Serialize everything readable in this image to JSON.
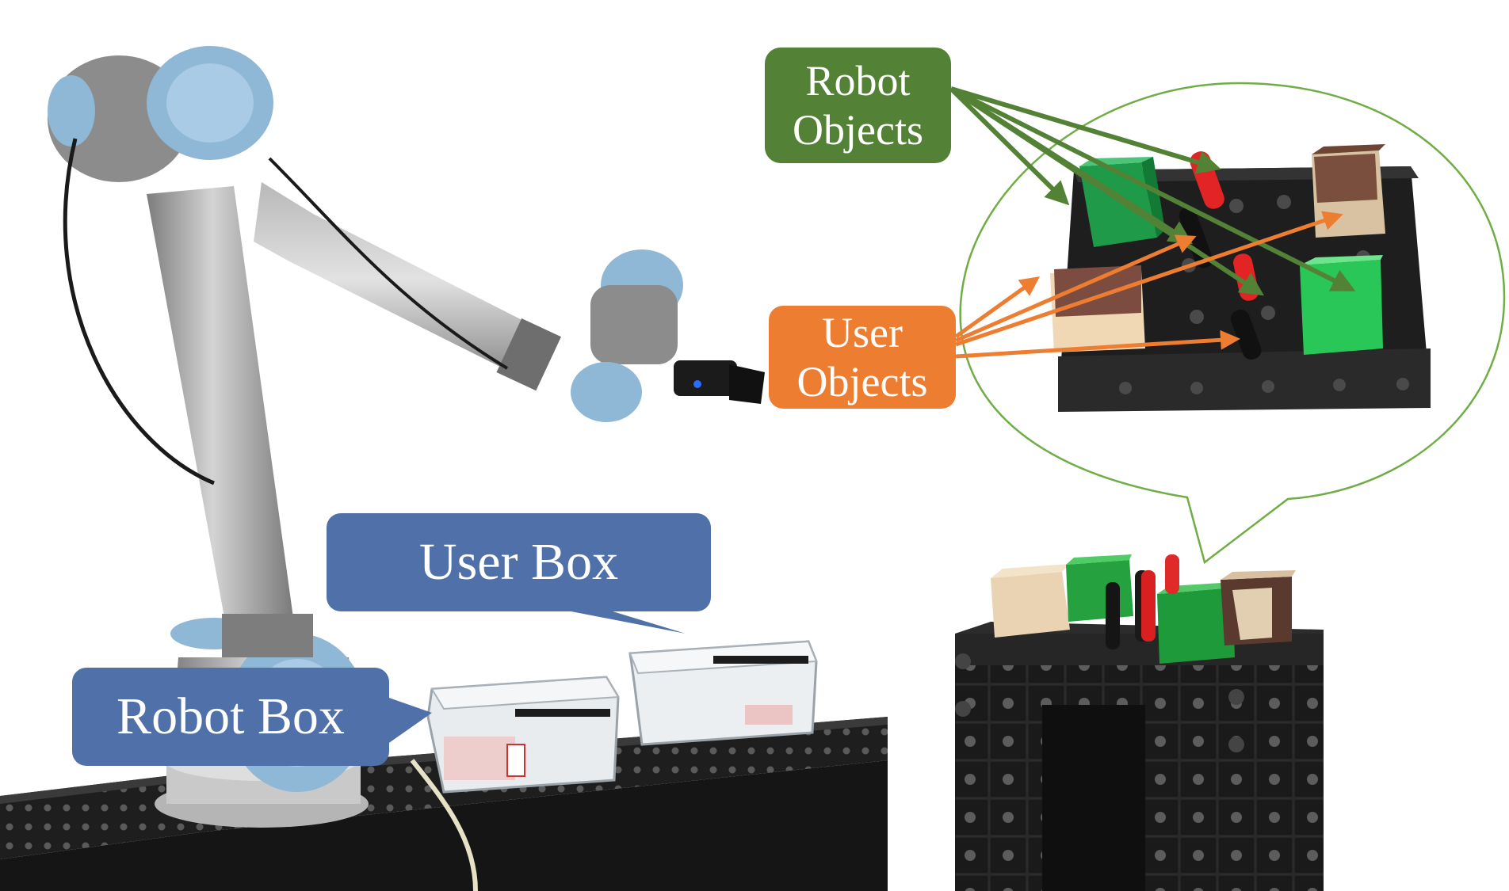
{
  "labels": {
    "robot_objects": [
      "Robot",
      "Objects"
    ],
    "user_objects": [
      "User",
      "Objects"
    ],
    "user_box": "User Box",
    "robot_box": "Robot Box"
  },
  "colors": {
    "robot_objects": "#538135",
    "user_objects": "#ED7D31",
    "boxes": "#4F70A8",
    "zoom_outline": "#70AD47"
  }
}
